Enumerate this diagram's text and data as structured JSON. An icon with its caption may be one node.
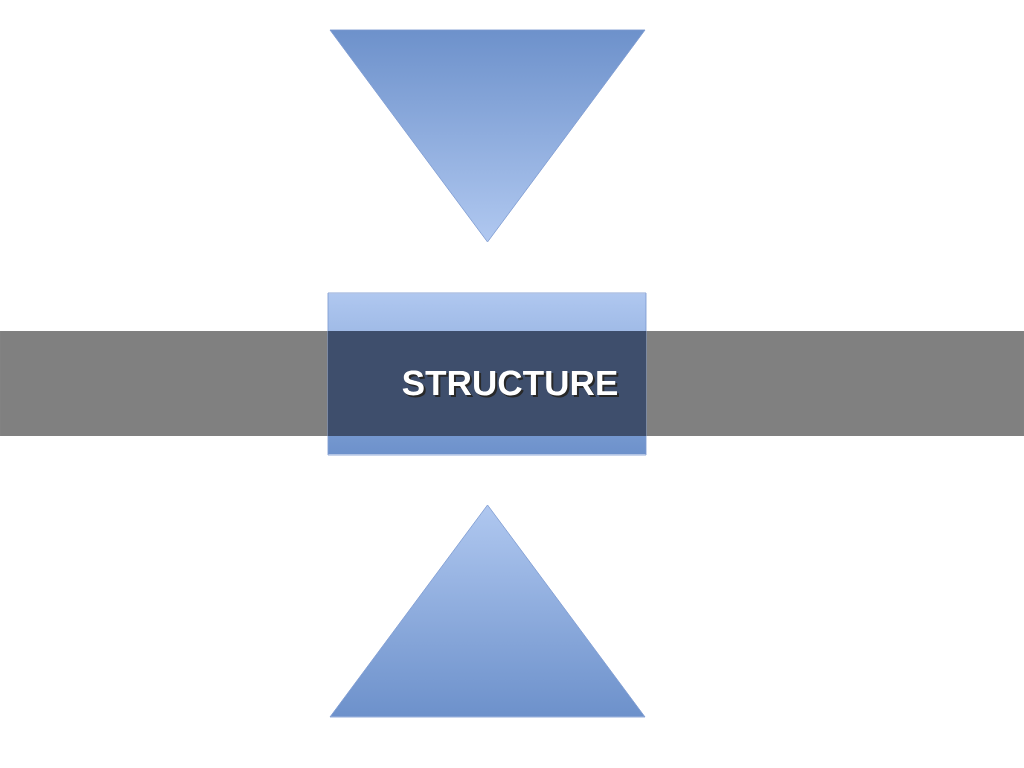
{
  "diagram": {
    "nodes": [
      {
        "text": [],
        "shape": "triangle"
      },
      {
        "text": [
          "STRUCTURE"
        ]
      },
      {
        "text": [],
        "shape": "band"
      },
      {
        "text": [],
        "shape": "triangle"
      }
    ]
  }
}
